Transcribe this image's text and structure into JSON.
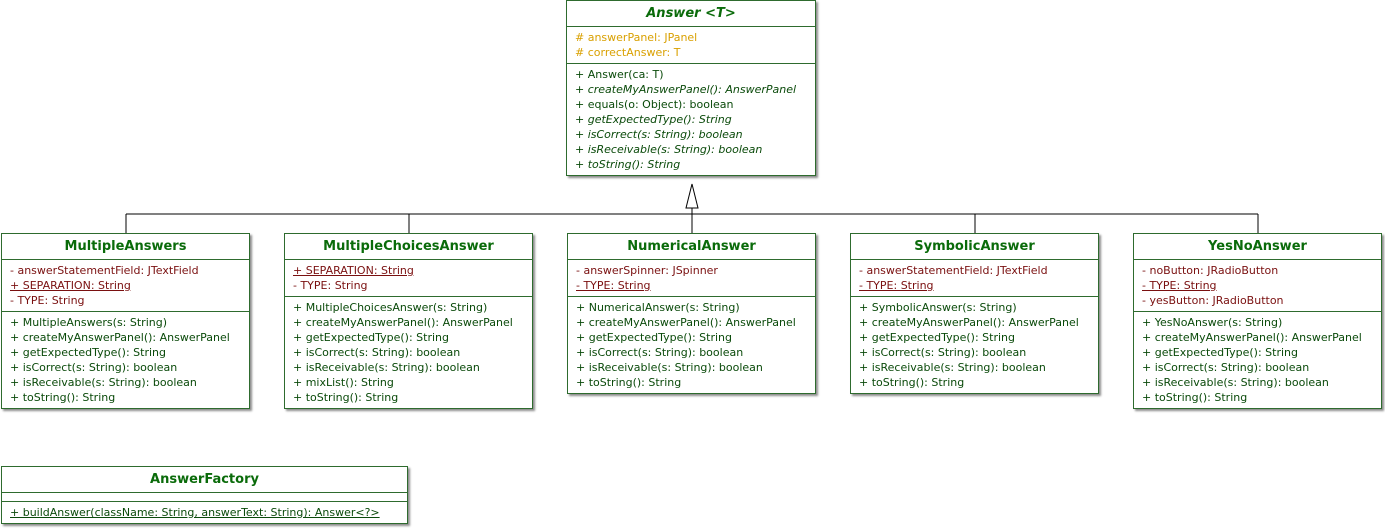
{
  "classes": {
    "answer": {
      "name": "Answer <T>",
      "attributes": [
        "# answerPanel: JPanel",
        "# correctAnswer: T"
      ],
      "methods": [
        "+  Answer(ca: T)",
        "+  createMyAnswerPanel(): AnswerPanel",
        "+  equals(o: Object): boolean",
        "+  getExpectedType(): String",
        "+  isCorrect(s: String): boolean",
        "+  isReceivable(s: String): boolean",
        "+  toString(): String"
      ]
    },
    "multiple_answers": {
      "name": "MultipleAnswers",
      "attributes": [
        "- answerStatementField: JTextField",
        "+ SEPARATION: String",
        "- TYPE: String"
      ],
      "methods": [
        "+  MultipleAnswers(s: String)",
        "+  createMyAnswerPanel(): AnswerPanel",
        "+  getExpectedType(): String",
        "+  isCorrect(s: String): boolean",
        "+  isReceivable(s: String): boolean",
        "+  toString(): String"
      ]
    },
    "multiple_choices_answer": {
      "name": "MultipleChoicesAnswer",
      "attributes": [
        "+ SEPARATION: String",
        "- TYPE: String"
      ],
      "methods": [
        "+  MultipleChoicesAnswer(s: String)",
        "+  createMyAnswerPanel(): AnswerPanel",
        "+  getExpectedType(): String",
        "+  isCorrect(s: String): boolean",
        "+  isReceivable(s: String): boolean",
        "+  mixList(): String",
        "+  toString(): String"
      ]
    },
    "numerical_answer": {
      "name": "NumericalAnswer",
      "attributes": [
        "- answerSpinner: JSpinner",
        "- TYPE: String"
      ],
      "methods": [
        "+  NumericalAnswer(s: String)",
        "+  createMyAnswerPanel(): AnswerPanel",
        "+  getExpectedType(): String",
        "+  isCorrect(s: String): boolean",
        "+  isReceivable(s: String): boolean",
        "+  toString(): String"
      ]
    },
    "symbolic_answer": {
      "name": "SymbolicAnswer",
      "attributes": [
        "- answerStatementField: JTextField",
        "- TYPE: String"
      ],
      "methods": [
        "+  SymbolicAnswer(s: String)",
        "+  createMyAnswerPanel(): AnswerPanel",
        "+  getExpectedType(): String",
        "+  isCorrect(s: String): boolean",
        "+  isReceivable(s: String): boolean",
        "+  toString(): String"
      ]
    },
    "yes_no_answer": {
      "name": "YesNoAnswer",
      "attributes": [
        "- noButton: JRadioButton",
        "- TYPE: String",
        "- yesButton: JRadioButton"
      ],
      "methods": [
        "+  YesNoAnswer(s: String)",
        "+  createMyAnswerPanel(): AnswerPanel",
        "+  getExpectedType(): String",
        "+  isCorrect(s: String): boolean",
        "+  isReceivable(s: String): boolean",
        "+  toString(): String"
      ]
    },
    "answer_factory": {
      "name": "AnswerFactory",
      "methods": [
        "+  buildAnswer(className: String, answerText: String): Answer<?>"
      ]
    }
  },
  "colors": {
    "class_name": "#0a6b0a",
    "border": "#2e6b2e",
    "private_attribute": "#7a1010",
    "protected_attribute": "#d9a000",
    "method": "#0a4a0a"
  }
}
